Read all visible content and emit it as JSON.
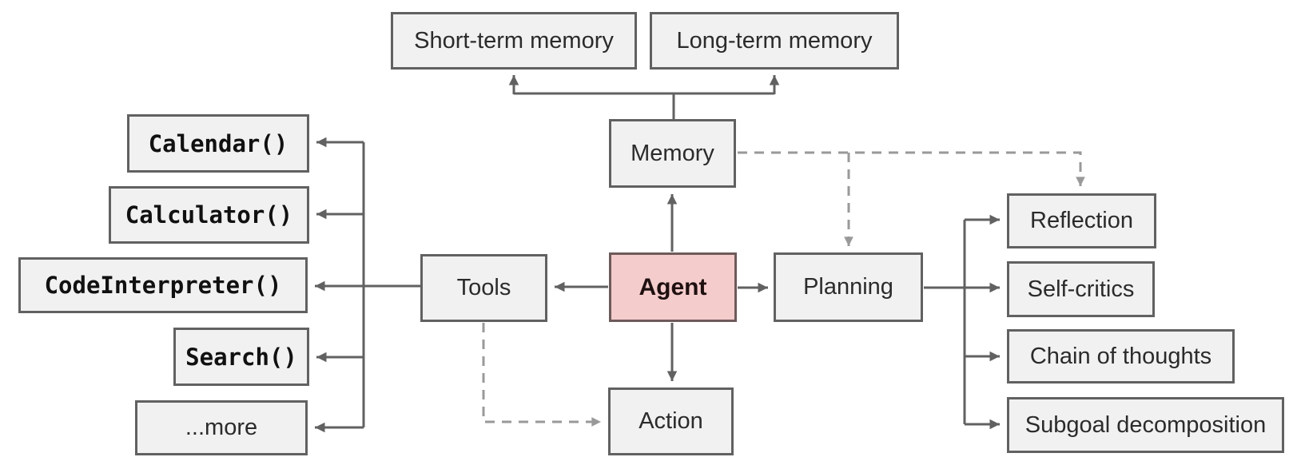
{
  "diagram": {
    "description": "Overview of an LLM-powered autonomous agent system: central Agent connected to Memory, Tools, Planning and Action components with their sub-items",
    "colors": {
      "background": "#ffffff",
      "box_fill": "#f1f1f1",
      "box_border": "#616161",
      "agent_fill": "#f4cccc",
      "solid_line": "#616161",
      "dashed_line": "#999999",
      "text": "#2b2b2b"
    },
    "nodes": {
      "short_term_memory": {
        "label": "Short-term memory"
      },
      "long_term_memory": {
        "label": "Long-term memory"
      },
      "memory": {
        "label": "Memory"
      },
      "tools": {
        "label": "Tools"
      },
      "agent": {
        "label": "Agent"
      },
      "planning": {
        "label": "Planning"
      },
      "action": {
        "label": "Action"
      },
      "calendar": {
        "label": "Calendar()"
      },
      "calculator": {
        "label": "Calculator()"
      },
      "code_interpreter": {
        "label": "CodeInterpreter()"
      },
      "search": {
        "label": "Search()"
      },
      "more": {
        "label": "...more"
      },
      "reflection": {
        "label": "Reflection"
      },
      "self_critics": {
        "label": "Self-critics"
      },
      "chain_of_thoughts": {
        "label": "Chain of thoughts"
      },
      "subgoal_decomposition": {
        "label": "Subgoal decomposition"
      }
    },
    "edges": {
      "solid": [
        {
          "from": "memory",
          "to": "short_term_memory"
        },
        {
          "from": "memory",
          "to": "long_term_memory"
        },
        {
          "from": "agent",
          "to": "memory"
        },
        {
          "from": "agent",
          "to": "tools"
        },
        {
          "from": "agent",
          "to": "planning"
        },
        {
          "from": "agent",
          "to": "action"
        },
        {
          "from": "tools",
          "to": "calendar"
        },
        {
          "from": "tools",
          "to": "calculator"
        },
        {
          "from": "tools",
          "to": "code_interpreter"
        },
        {
          "from": "tools",
          "to": "search"
        },
        {
          "from": "tools",
          "to": "more"
        },
        {
          "from": "planning",
          "to": "reflection"
        },
        {
          "from": "planning",
          "to": "self_critics"
        },
        {
          "from": "planning",
          "to": "chain_of_thoughts"
        },
        {
          "from": "planning",
          "to": "subgoal_decomposition"
        }
      ],
      "dashed": [
        {
          "from": "memory",
          "to": "planning"
        },
        {
          "from": "memory",
          "to": "reflection"
        },
        {
          "from": "tools",
          "to": "action"
        }
      ]
    }
  }
}
